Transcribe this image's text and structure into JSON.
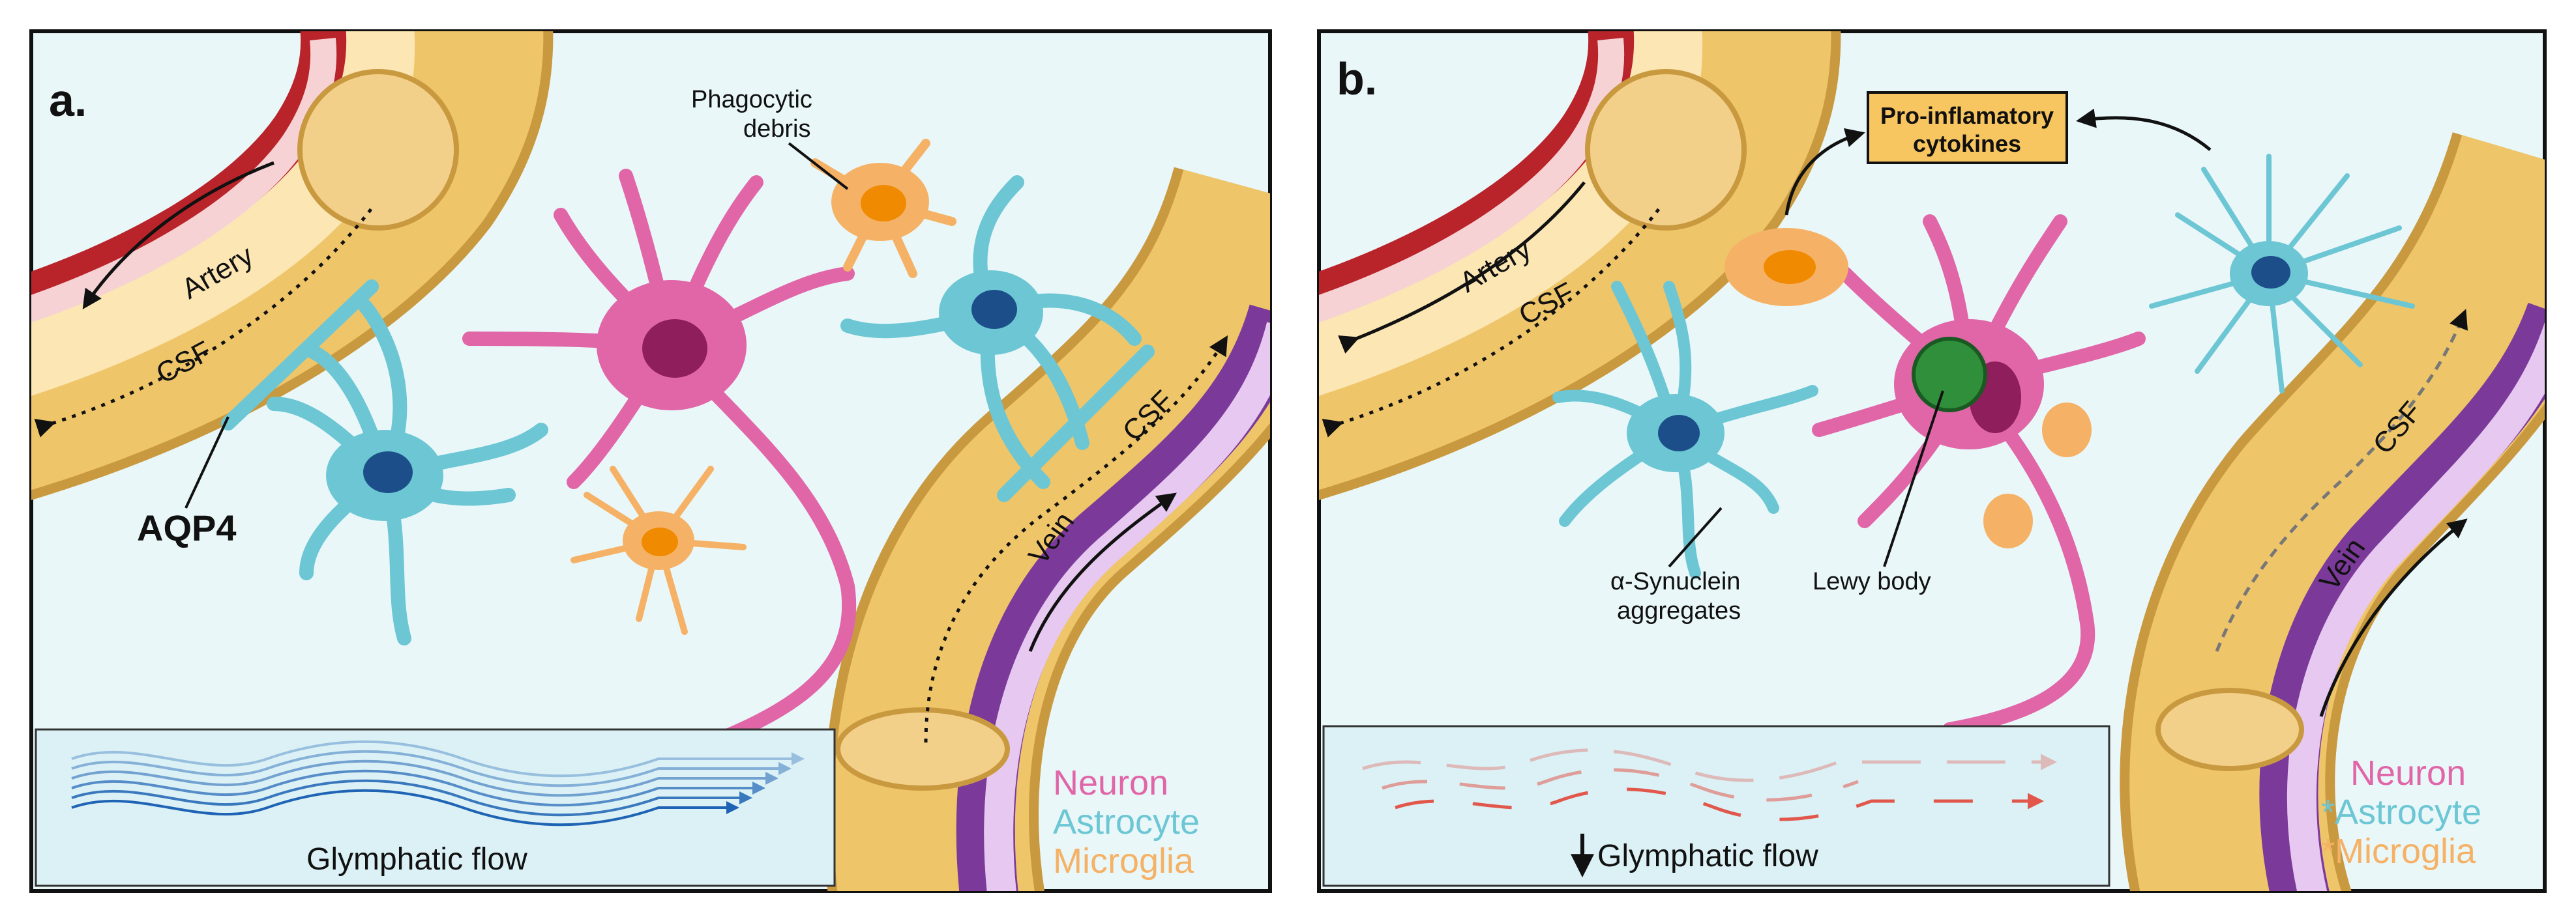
{
  "colors": {
    "neuron": "#e066a8",
    "astrocyte": "#6cc6d4",
    "microglia": "#f5b266",
    "vessel_wall": "#efc56a",
    "artery": "#b9232a",
    "vein": "#7b3a9a",
    "background": "#e9f7f9"
  },
  "panel_a": {
    "letter": "a.",
    "artery": "Artery",
    "csf_left": "CSF",
    "aqp4": "AQP4",
    "phagocytic_1": "Phagocytic",
    "phagocytic_2": "debris",
    "vein": "Vein",
    "csf_right": "CSF",
    "flow_label": "Glymphatic flow",
    "legend": {
      "neuron": "Neuron",
      "astrocyte": "Astrocyte",
      "microglia": "Microglia"
    }
  },
  "panel_b": {
    "letter": "b.",
    "artery": "Artery",
    "csf_left": "CSF",
    "cytokines_1": "Pro-inflamatory",
    "cytokines_2": "cytokines",
    "synuclein_1": "α-Synuclein",
    "synuclein_2": "aggregates",
    "lewy": "Lewy body",
    "vein": "Vein",
    "csf_right": "CSF",
    "flow_label": "Glymphatic flow",
    "legend": {
      "neuron": "Neuron",
      "astrocyte": "*Astrocyte",
      "microglia": "*Microglia"
    }
  }
}
